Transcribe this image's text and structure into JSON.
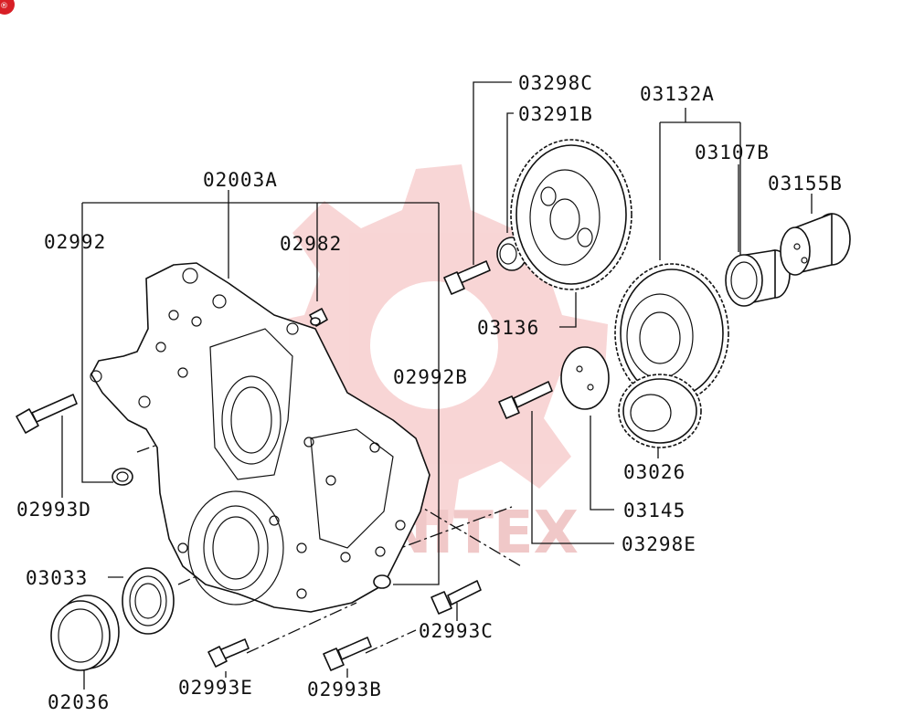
{
  "colors": {
    "watermark": "#f3b4b4",
    "badge": "#d81f26",
    "ink": "#111111"
  },
  "watermark": {
    "text": "INITEX"
  },
  "badge": {
    "icon": "brand-badge-icon"
  },
  "labels": {
    "l02003A": "02003A",
    "l02992": "02992",
    "l02982": "02982",
    "l02992B": "02992B",
    "l02993D": "02993D",
    "l03033": "03033",
    "l02036": "02036",
    "l02993E": "02993E",
    "l02993B": "02993B",
    "l02993C": "02993C",
    "l03298C": "03298C",
    "l03291B": "03291B",
    "l03136": "03136",
    "l03132A": "03132A",
    "l03107B": "03107B",
    "l03155B": "03155B",
    "l03026": "03026",
    "l03145": "03145",
    "l03298E": "03298E"
  }
}
